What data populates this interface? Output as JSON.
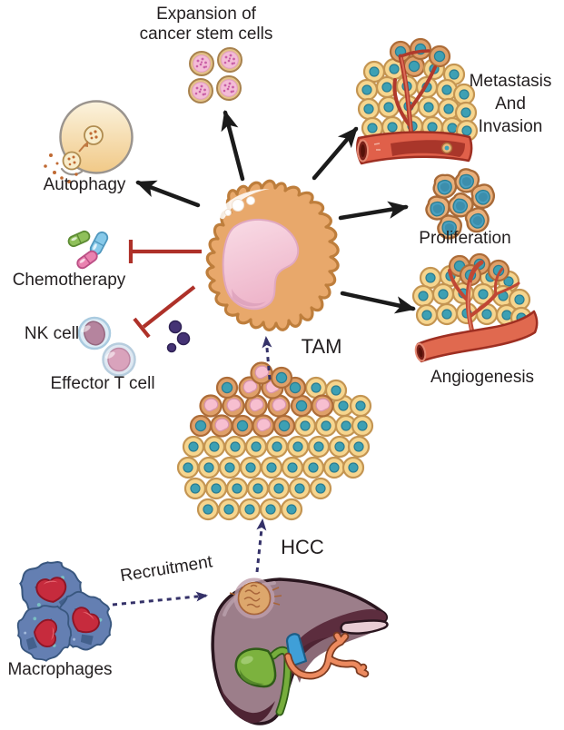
{
  "labels": {
    "expansion": "Expansion of\ncancer stem cells",
    "metastasis": "Metastasis\nAnd\nInvasion",
    "proliferation": "Proliferation",
    "angiogenesis": "Angiogenesis",
    "autophagy": "Autophagy",
    "chemotherapy": "Chemotherapy",
    "nk_cell": "NK cell",
    "effector_t_cell": "Effector T cell",
    "tam": "TAM",
    "hcc": "HCC",
    "recruitment": "Recruitment",
    "macrophages": "Macrophages"
  },
  "colors": {
    "promote_arrow": "#1b1b1b",
    "inhibit_line": "#ae3129",
    "dashed_arrow": "#343168",
    "cytokine_dot": "#453375",
    "tam_body": "#e8a86b",
    "tam_border": "#be7e3c",
    "tam_nucleus": "#f6cbda",
    "tumor_cell": "#f6d58e",
    "tumor_cell_border": "#c49552",
    "tumor_nucleus": "#3da0b4",
    "infiltrate_cell": "#dfa069",
    "vessel_fill": "#e0604a",
    "vessel_line": "#b03a2c",
    "stem_cell_ring": "#e3c187",
    "stem_cell_inner": "#f3bcd6",
    "autophagy_cell": "#f1c987",
    "pill_green": "#8fc05a",
    "pill_blue": "#87c9e9",
    "pill_pink": "#ea82b0",
    "nk_inner": "#b5849e",
    "teff_inner": "#d9a3bc",
    "macrophage_body": "#647fb2",
    "macrophage_nucleus": "#c62b3d",
    "liver_body": "#9c7e8a",
    "liver_dark": "#5c2d3e",
    "gallbladder": "#7cb23e",
    "portal_vein": "#3f9fd8",
    "hepatic_artery": "#ec8a5f",
    "text": "#231f20"
  },
  "relations": [
    {
      "from": "TAM",
      "to": "Expansion of cancer stem cells",
      "type": "promotes"
    },
    {
      "from": "TAM",
      "to": "Metastasis And Invasion",
      "type": "promotes"
    },
    {
      "from": "TAM",
      "to": "Proliferation",
      "type": "promotes"
    },
    {
      "from": "TAM",
      "to": "Angiogenesis",
      "type": "promotes"
    },
    {
      "from": "TAM",
      "to": "Autophagy",
      "type": "promotes"
    },
    {
      "from": "TAM",
      "to": "Chemotherapy",
      "type": "inhibits"
    },
    {
      "from": "TAM",
      "to": "NK cell / Effector T cell",
      "type": "inhibits"
    },
    {
      "from": "Macrophages",
      "to": "Liver",
      "type": "recruitment"
    },
    {
      "from": "Liver (HCC)",
      "to": "HCC tumor tissue",
      "type": "dashed-flow"
    },
    {
      "from": "HCC tumor tissue",
      "to": "TAM",
      "type": "dashed-flow"
    }
  ]
}
